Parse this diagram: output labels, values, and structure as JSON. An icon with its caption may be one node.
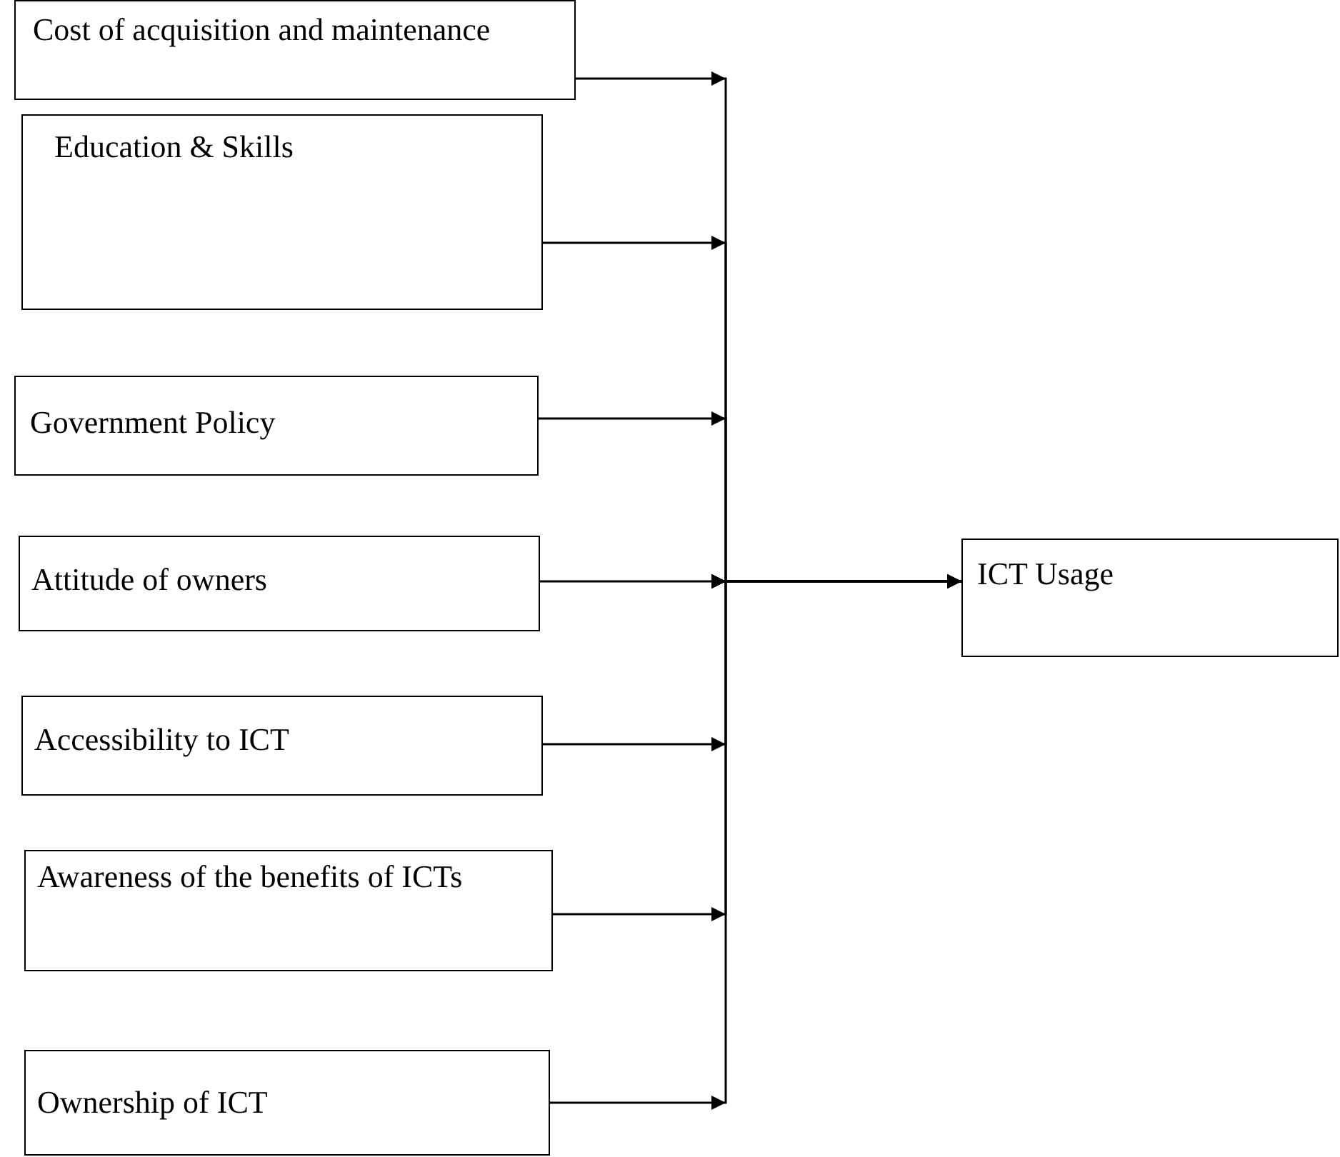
{
  "diagram": {
    "nodes": [
      {
        "text": [
          "Cost of acquisition and maintenance"
        ]
      },
      {
        "text": [
          "Education & Skills"
        ]
      },
      {
        "text": [
          "Government Policy"
        ]
      },
      {
        "text": [
          "Attitude of owners"
        ]
      },
      {
        "text": [
          "Accessibility to ICT"
        ]
      },
      {
        "text": [
          "Awareness of the benefits of ICTs"
        ]
      },
      {
        "text": [
          "Ownership of ICT"
        ]
      },
      {
        "text": [
          "ICT Usage"
        ]
      }
    ],
    "edges": [
      {
        "from": 0,
        "to": 7,
        "arrow": "to"
      },
      {
        "from": 1,
        "to": 7,
        "arrow": "to"
      },
      {
        "from": 2,
        "to": 7,
        "arrow": "to"
      },
      {
        "from": 3,
        "to": 7,
        "arrow": "to"
      },
      {
        "from": 4,
        "to": 7,
        "arrow": "to"
      },
      {
        "from": 5,
        "to": 7,
        "arrow": "to"
      },
      {
        "from": 6,
        "to": 7,
        "arrow": "to"
      }
    ]
  }
}
